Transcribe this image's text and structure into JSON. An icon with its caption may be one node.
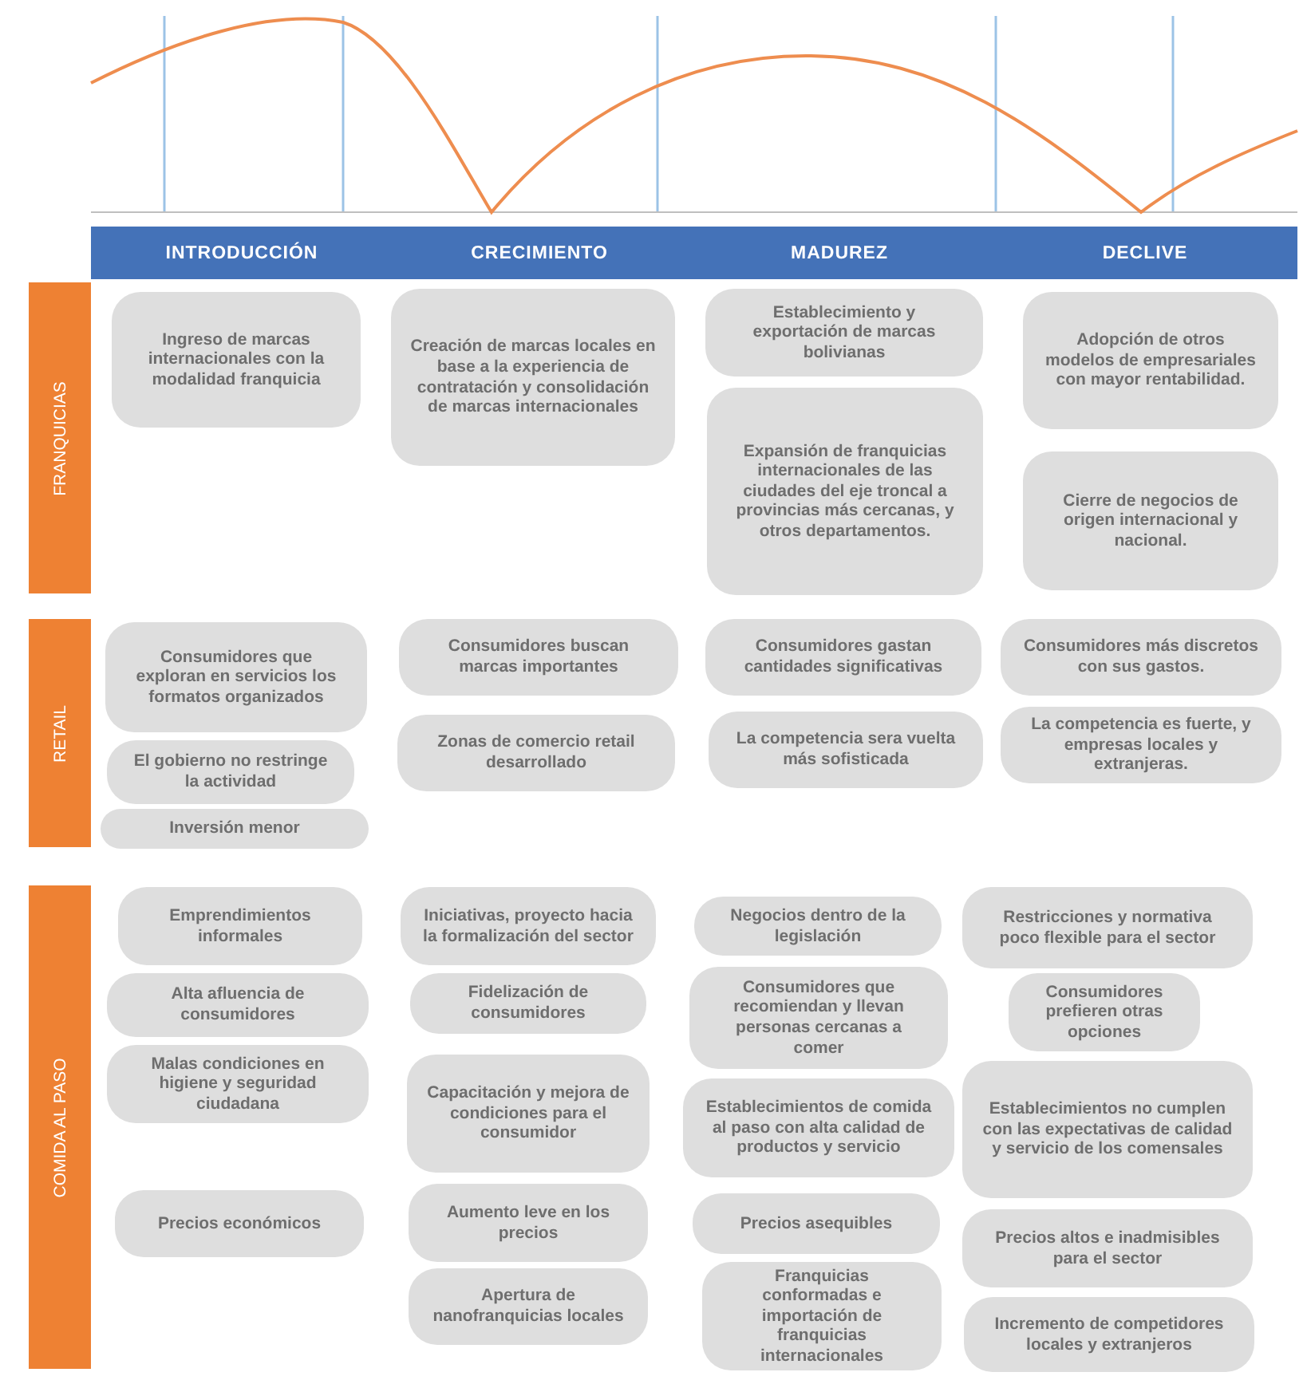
{
  "diagram": {
    "nodes": [
      {
        "text": [
          "INTRODUCCIÓN"
        ]
      },
      {
        "text": [
          "CRECIMIENTO"
        ]
      },
      {
        "text": [
          "MADUREZ"
        ]
      },
      {
        "text": [
          "DECLIVE"
        ]
      },
      {
        "text": [
          "FRANQUICIAS"
        ]
      },
      {
        "text": [
          "Ingreso de marcas internacionales con la modalidad franquicia"
        ]
      },
      {
        "text": [
          "Creación de marcas locales en base a la experiencia de contratación y consolidación de marcas internacionales"
        ]
      },
      {
        "text": [
          "Establecimiento y exportación de marcas bolivianas"
        ]
      },
      {
        "text": [
          "Expansión de franquicias internacionales de las ciudades del eje troncal a provincias más cercanas, y otros departamentos."
        ]
      },
      {
        "text": [
          "Adopción de otros modelos de empresariales con mayor rentabilidad."
        ]
      },
      {
        "text": [
          "Cierre de negocios de origen internacional y nacional."
        ]
      },
      {
        "text": [
          "RETAIL"
        ]
      },
      {
        "text": [
          "Consumidores que exploran en servicios los formatos organizados"
        ]
      },
      {
        "text": [
          "El gobierno no restringe la actividad"
        ]
      },
      {
        "text": [
          "Inversión menor"
        ]
      },
      {
        "text": [
          "Consumidores buscan marcas importantes"
        ]
      },
      {
        "text": [
          "Zonas de comercio retail desarrollado"
        ]
      },
      {
        "text": [
          "Consumidores gastan cantidades significativas"
        ]
      },
      {
        "text": [
          "La competencia sera vuelta más sofisticada"
        ]
      },
      {
        "text": [
          "Consumidores  más discretos con sus gastos."
        ]
      },
      {
        "text": [
          "La competencia es fuerte, y empresas locales y extranjeras."
        ]
      },
      {
        "text": [
          "COMIDA AL PASO"
        ]
      },
      {
        "text": [
          "Emprendimientos informales"
        ]
      },
      {
        "text": [
          "Alta afluencia de consumidores"
        ]
      },
      {
        "text": [
          "Malas condiciones en higiene y seguridad ciudadana"
        ]
      },
      {
        "text": [
          "Precios económicos"
        ]
      },
      {
        "text": [
          "Iniciativas, proyecto hacia la formalización del sector"
        ]
      },
      {
        "text": [
          "Fidelización de consumidores"
        ]
      },
      {
        "text": [
          "Capacitación y mejora de condiciones para el consumidor"
        ]
      },
      {
        "text": [
          "Aumento leve en los precios"
        ]
      },
      {
        "text": [
          "Apertura de nanofranquicias locales"
        ]
      },
      {
        "text": [
          "Negocios dentro de la legislación"
        ]
      },
      {
        "text": [
          "Consumidores que recomiendan y llevan personas cercanas a comer"
        ]
      },
      {
        "text": [
          "Establecimientos de comida al paso con alta calidad de productos y servicio"
        ]
      },
      {
        "text": [
          "Precios asequibles"
        ]
      },
      {
        "text": [
          "Franquicias conformadas e importación de franquicias internacionales"
        ]
      },
      {
        "text": [
          "Restricciones y normativa poco flexible para el sector"
        ]
      },
      {
        "text": [
          "Consumidores prefieren otras opciones"
        ]
      },
      {
        "text": [
          "Establecimientos no cumplen con las expectativas de calidad y servicio de los comensales"
        ]
      },
      {
        "text": [
          "Precios altos e inadmisibles para el sector"
        ]
      },
      {
        "text": [
          "Incremento de competidores locales y extranjeros"
        ]
      }
    ]
  }
}
